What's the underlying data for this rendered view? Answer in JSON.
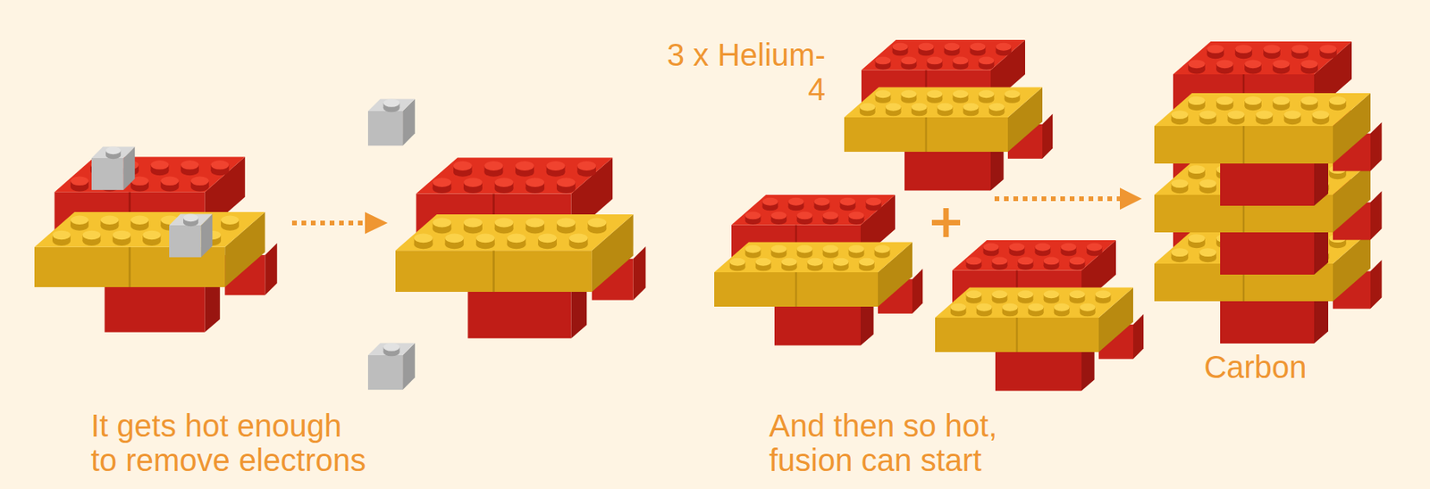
{
  "diagram": {
    "labels": [
      "It gets hot enough to remove electrons",
      "3 x Helium-4",
      "And then so hot, fusion can start",
      "Carbon"
    ]
  }
}
